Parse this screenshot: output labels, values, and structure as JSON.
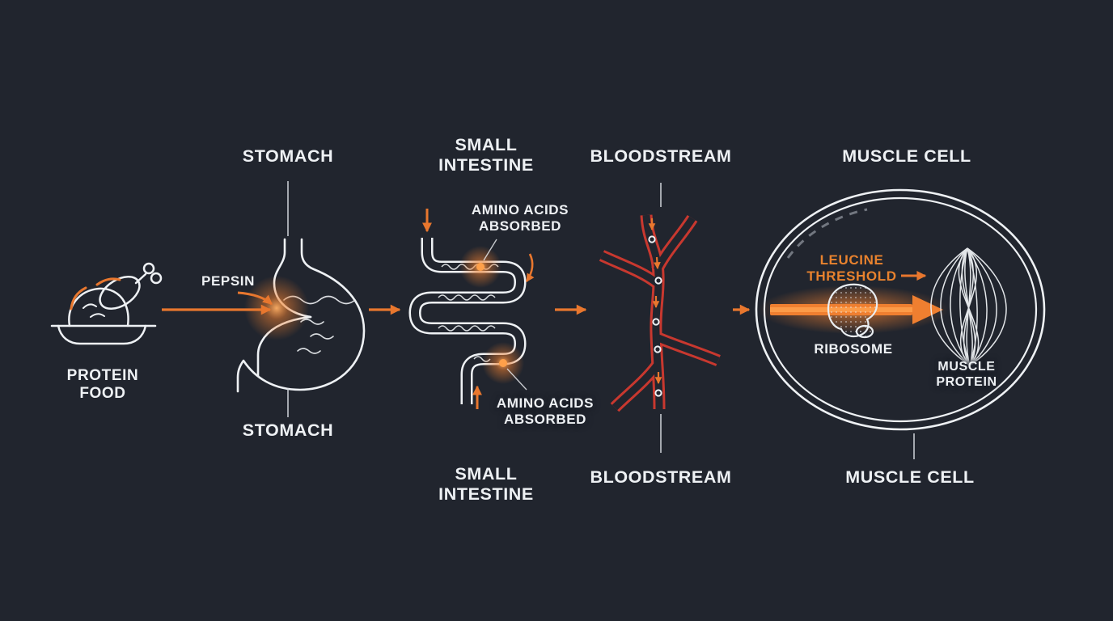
{
  "colors": {
    "background": "#21252e",
    "text": "#eef1f4",
    "accent_orange": "#e8772e",
    "vessel_red": "#c8382f",
    "dashed_gray": "#8d939c"
  },
  "labels": {
    "stomach_top": "STOMACH",
    "stomach_bottom": "STOMACH",
    "intestine_top": "SMALL\nINTESTINE",
    "intestine_bottom": "SMALL\nINTESTINE",
    "bloodstream_top": "BLOODSTREAM",
    "bloodstream_bottom": "BLOODSTREAM",
    "muscle_cell_top": "MUSCLE CELL",
    "muscle_cell_bottom": "MUSCLE CELL",
    "protein_food": "PROTEIN\nFOOD",
    "pepsin": "PEPSIN",
    "amino_acids_top": "AMINO ACIDS\nABSORBED",
    "amino_acids_bottom": "AMINO ACIDS\nABSORBED",
    "leucine_threshold": "LEUCINE\nTHRESHOLD",
    "ribosome": "RIBOSOME",
    "muscle_protein": "MUSCLE\nPROTEIN"
  },
  "icons": {
    "protein-food-icon": "plate with chicken drumstick and food mound",
    "stomach-icon": "stomach organ outline with pepsin glow and fluid waves",
    "small-intestine-icon": "coiled intestine tube with absorption glow points",
    "bloodstream-icon": "red branching blood vessel with amino-acid particles",
    "muscle-cell-icon": "oval double-membrane cell with dashed segment",
    "ribosome-icon": "dotted ribosome blob",
    "muscle-protein-icon": "woven muscle fiber bundle",
    "flow-arrow-icon": "orange process flow arrow"
  }
}
